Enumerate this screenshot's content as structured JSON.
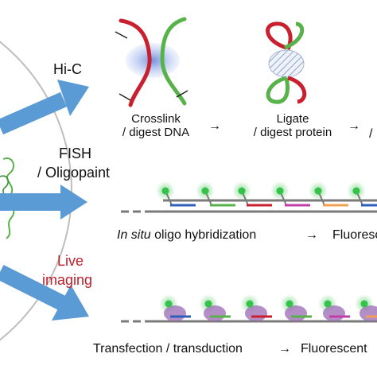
{
  "methods": {
    "hic": "Hi-C",
    "fish_line1": "FISH",
    "fish_line2": "/ Oligopaint",
    "live_line1": "Live",
    "live_line2": "imaging"
  },
  "hic_steps": {
    "crosslink_line1": "Crosslink",
    "crosslink_line2": "/ digest DNA",
    "ligate_line1": "Ligate",
    "ligate_line2": "/ digest protein",
    "arrow": "→",
    "trailing": "/"
  },
  "fish_steps": {
    "in_situ_italic": "In situ",
    "in_situ_rest": " oligo hybridization",
    "arrow": "→",
    "next": "Fluoresc"
  },
  "live_steps": {
    "transfection": "Transfection / transduction",
    "arrow": "→",
    "next": "Fluorescent"
  },
  "colors": {
    "arrow_blue": "#5b9bd5",
    "dna_red": "#c8202e",
    "dna_green": "#58b24a",
    "fluor_green": "#35c24a",
    "protein_purple": "#9b6ab4",
    "strand_gray": "#7b7b7b"
  }
}
